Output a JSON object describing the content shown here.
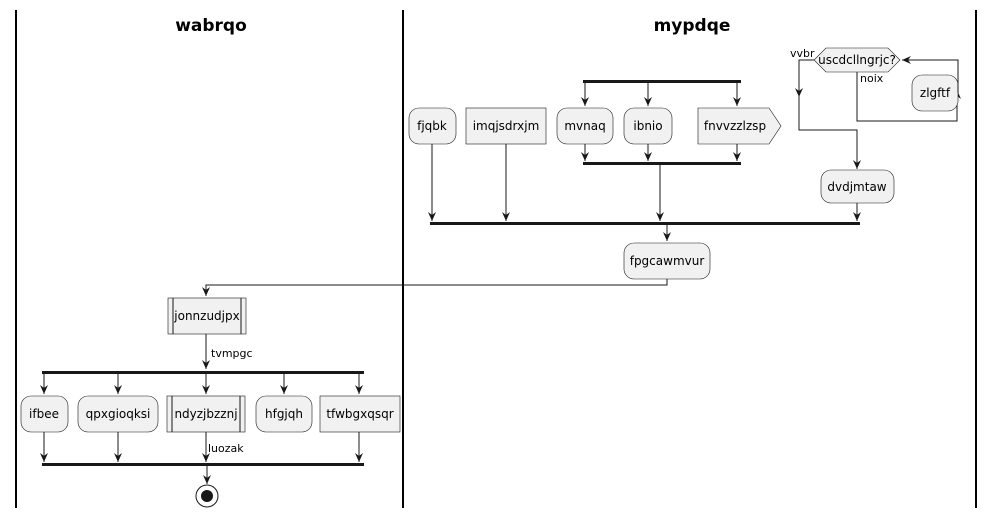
{
  "lanes": [
    {
      "title": "wabrqo"
    },
    {
      "title": "mypdqe"
    }
  ],
  "nodes": {
    "fjqbk": "fjqbk",
    "imqjsdrxjm": "imqjsdrxjm",
    "mvnaq": "mvnaq",
    "ibnio": "ibnio",
    "fnvvzzlzsp": "fnvvzzlzsp",
    "decision": "uscdcllngrjc?",
    "zlgftf": "zlgftf",
    "dvdjmtaw": "dvdjmtaw",
    "fpgcawmvur": "fpgcawmvur",
    "jonnzudjpx": "jonnzudjpx",
    "ifbee": "ifbee",
    "qpxgioqksi": "qpxgioqksi",
    "ndyzjbzznj": "ndyzjbzznj",
    "hfgjqh": "hfgjqh",
    "tfwbgxqsqr": "tfwbgxqsqr"
  },
  "edge_labels": {
    "vvbr": "vvbr",
    "noix": "noix",
    "tvmpgc": "tvmpgc",
    "luozak": "luozak"
  }
}
